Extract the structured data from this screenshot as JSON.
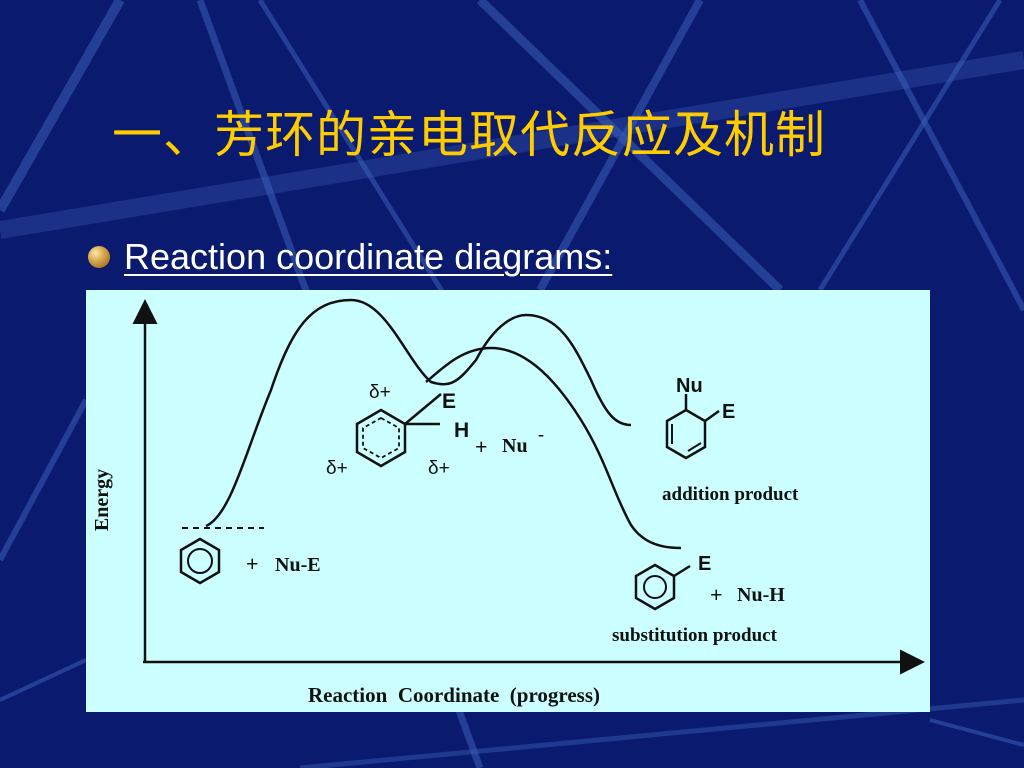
{
  "slide": {
    "title": "一、芳环的亲电取代反应及机制",
    "bullet_text": "Reaction coordinate diagrams:"
  },
  "diagram": {
    "y_axis_label": "Energy",
    "x_axis_label": "Reaction  Coordinate  (progress)",
    "reactants": {
      "plus": "+",
      "reagent": "Nu-E"
    },
    "intermediate": {
      "delta_top": "δ+",
      "delta_left": "δ+",
      "delta_right": "δ+",
      "e_label": "E",
      "h_label": "H",
      "plus": "+",
      "nu": "Nu",
      "charge": "-"
    },
    "addition": {
      "nu": "Nu",
      "e": "E",
      "caption": "addition product"
    },
    "substitution": {
      "e": "E",
      "plus": "+",
      "reagent": "Nu-H",
      "caption": "substitution product"
    }
  },
  "colors": {
    "background": "#0a1a6e",
    "title": "#ffcc00",
    "panel": "#ccffff",
    "line": "#111111"
  }
}
